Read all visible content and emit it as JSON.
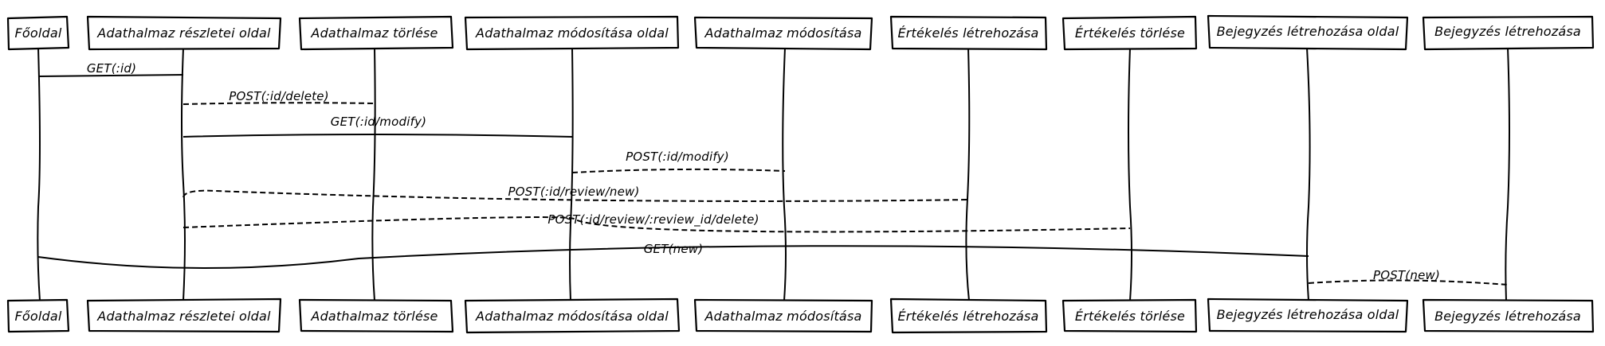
{
  "participants": [
    {
      "id": "p0",
      "label": "Főoldal"
    },
    {
      "id": "p1",
      "label": "Adathalmaz részletei oldal"
    },
    {
      "id": "p2",
      "label": "Adathalmaz törlése"
    },
    {
      "id": "p3",
      "label": "Adathalmaz módosítása oldal"
    },
    {
      "id": "p4",
      "label": "Adathalmaz módosítása"
    },
    {
      "id": "p5",
      "label": "Értékelés létrehozása"
    },
    {
      "id": "p6",
      "label": "Értékelés törlése"
    },
    {
      "id": "p7",
      "label": "Bejegyzés létrehozása oldal"
    },
    {
      "id": "p8",
      "label": "Bejegyzés létrehozása"
    }
  ],
  "messages": [
    {
      "from": "p0",
      "to": "p1",
      "label": "GET(:id)",
      "style": "solid"
    },
    {
      "from": "p1",
      "to": "p2",
      "label": "POST(:id/delete)",
      "style": "dashed"
    },
    {
      "from": "p1",
      "to": "p3",
      "label": "GET(:id/modify)",
      "style": "solid"
    },
    {
      "from": "p3",
      "to": "p4",
      "label": "POST(:id/modify)",
      "style": "dashed"
    },
    {
      "from": "p1",
      "to": "p5",
      "label": "POST(:id/review/new)",
      "style": "dashed"
    },
    {
      "from": "p1",
      "to": "p6",
      "label": "POST(:id/review/:review_id/delete)",
      "style": "dashed"
    },
    {
      "from": "p0",
      "to": "p7",
      "label": "GET(new)",
      "style": "solid"
    },
    {
      "from": "p7",
      "to": "p8",
      "label": "POST(new)",
      "style": "dashed"
    }
  ]
}
